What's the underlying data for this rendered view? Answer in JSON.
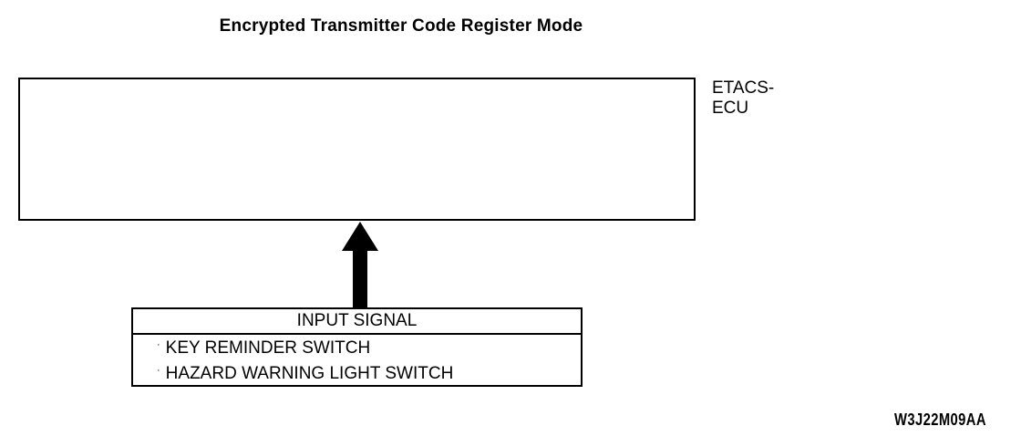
{
  "figure": {
    "title": "Encrypted Transmitter Code Register Mode",
    "code": "W3J22M09AA"
  },
  "ecu": {
    "label_line1": "ETACS-",
    "label_line2": "ECU"
  },
  "arrow": {
    "name": "input-signal-arrow",
    "direction": "up",
    "color": "#000000"
  },
  "input_signal": {
    "header": "INPUT SIGNAL",
    "bullet": "·",
    "items": [
      {
        "label": "KEY REMINDER SWITCH"
      },
      {
        "label": "HAZARD WARNING LIGHT SWITCH"
      }
    ]
  },
  "colors": {
    "line": "#000000",
    "background": "#ffffff",
    "text": "#000000"
  }
}
